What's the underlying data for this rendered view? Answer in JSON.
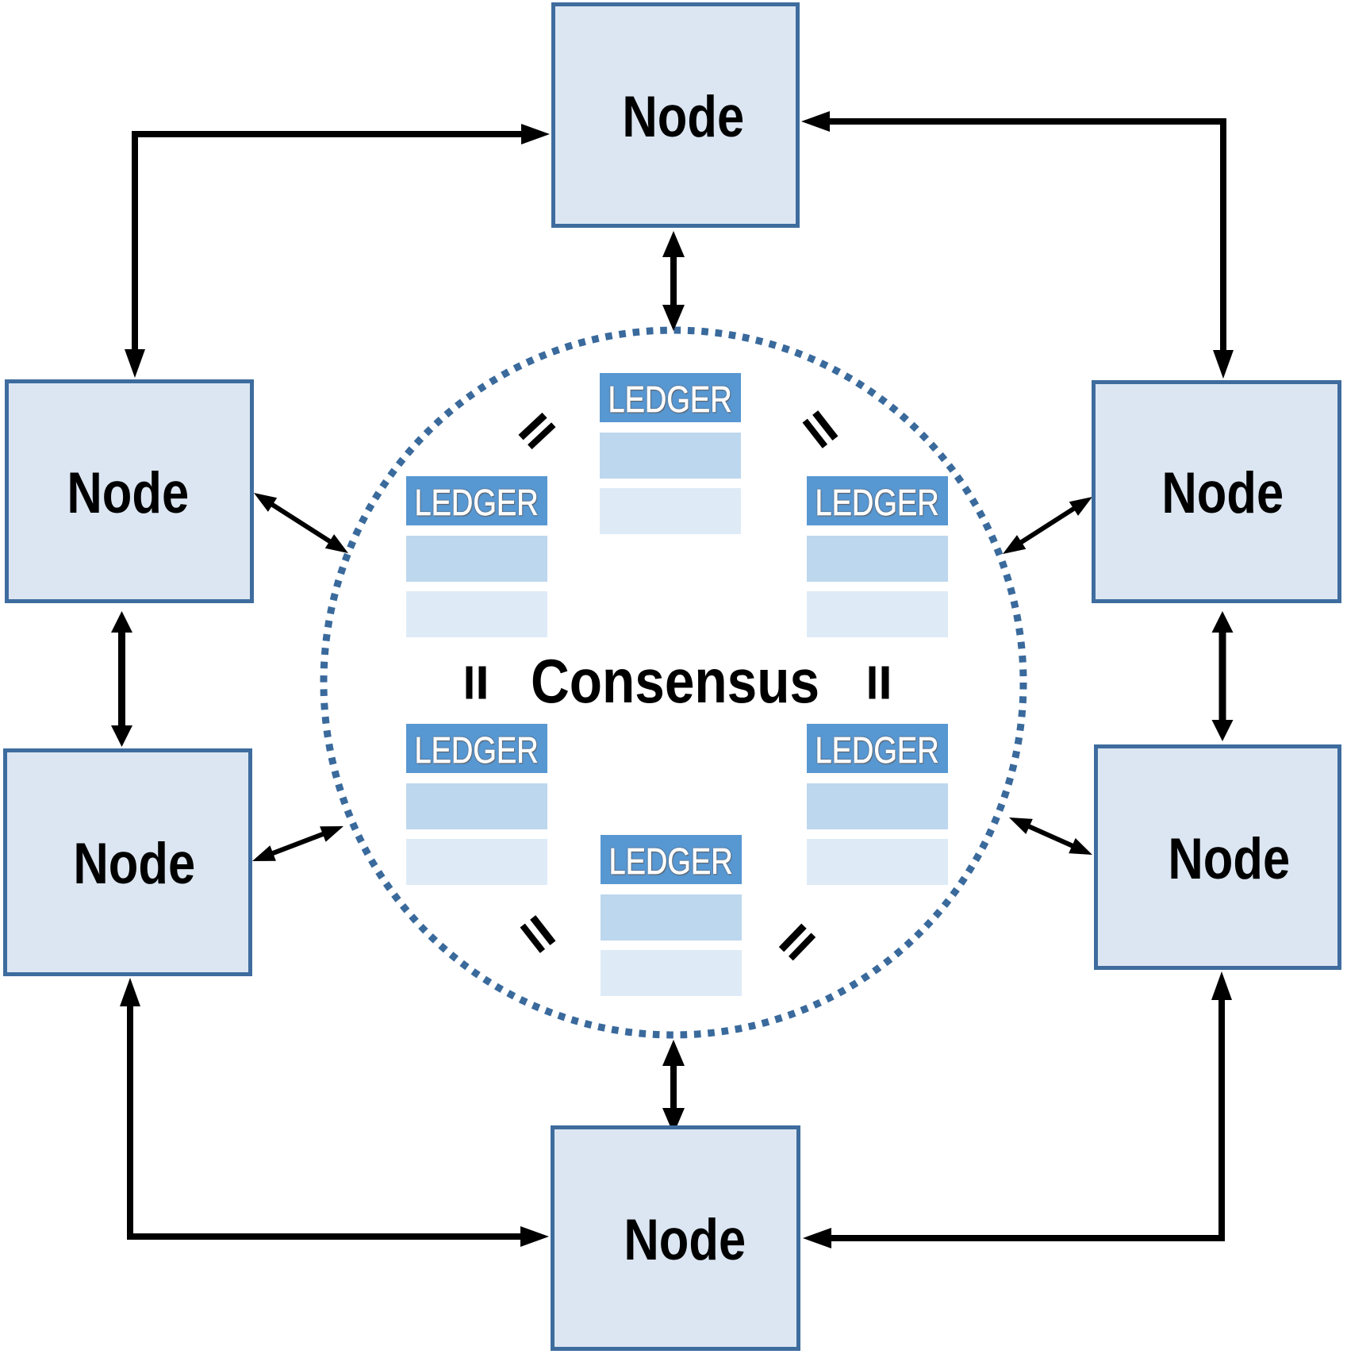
{
  "diagram": {
    "consensus_label": "Consensus",
    "nodes": [
      {
        "id": "top",
        "label": "Node"
      },
      {
        "id": "upper-left",
        "label": "Node"
      },
      {
        "id": "upper-right",
        "label": "Node"
      },
      {
        "id": "lower-left",
        "label": "Node"
      },
      {
        "id": "lower-right",
        "label": "Node"
      },
      {
        "id": "bottom",
        "label": "Node"
      }
    ],
    "ledgers": [
      {
        "id": "top",
        "label": "LEDGER",
        "data_rows": 2
      },
      {
        "id": "upper-left",
        "label": "LEDGER",
        "data_rows": 2
      },
      {
        "id": "upper-right",
        "label": "LEDGER",
        "data_rows": 2
      },
      {
        "id": "lower-left",
        "label": "LEDGER",
        "data_rows": 2
      },
      {
        "id": "lower-right",
        "label": "LEDGER",
        "data_rows": 2
      },
      {
        "id": "bottom",
        "label": "LEDGER",
        "data_rows": 2
      }
    ],
    "equals_symbol": "=",
    "colors": {
      "node_fill": "#dce6f2",
      "node_border": "#3e6c9e",
      "ledger_header": "#5797d2",
      "ledger_row_1": "#bdd7ee",
      "ledger_row_2": "#deebf7",
      "circle_dots": "#3a6a9c",
      "arrow": "#000000",
      "node_text": "#000000",
      "consensus_text": "#000000",
      "ledger_text": "#ffffff",
      "background": "#ffffff"
    }
  }
}
